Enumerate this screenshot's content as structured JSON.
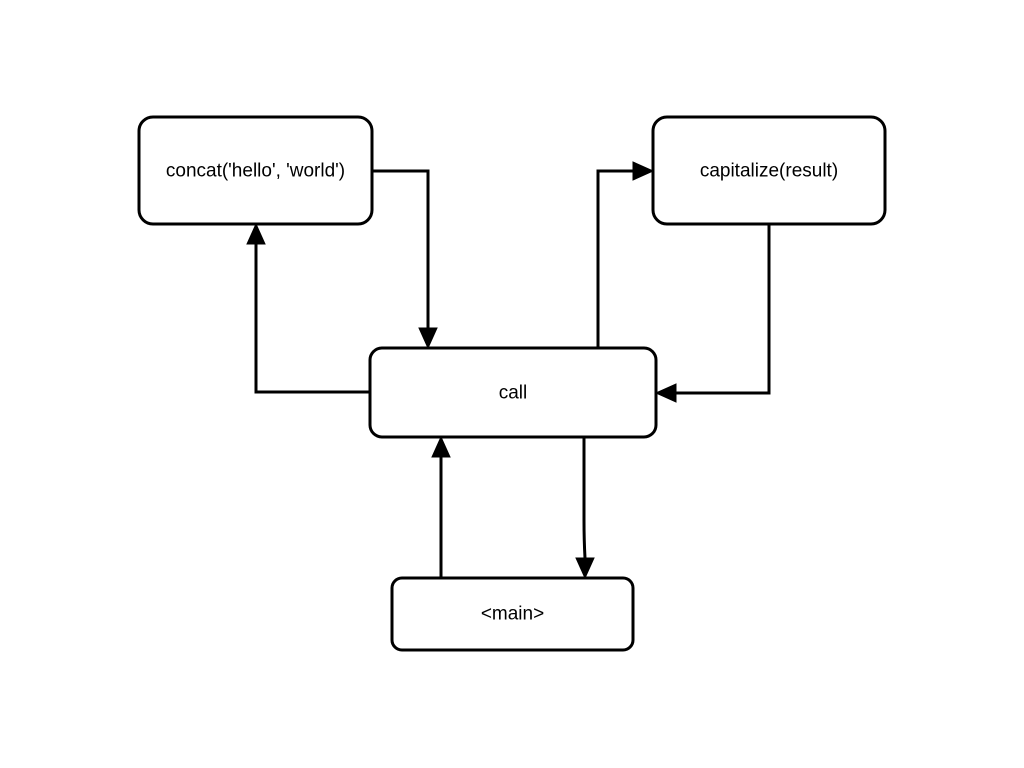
{
  "nodes": {
    "concat": {
      "label": "concat('hello', 'world')"
    },
    "capitalize": {
      "label": "capitalize(result)"
    },
    "call": {
      "label": "call"
    },
    "main": {
      "label": "<main>"
    }
  },
  "edges": [
    {
      "from": "call",
      "to": "concat"
    },
    {
      "from": "concat",
      "to": "call"
    },
    {
      "from": "call",
      "to": "capitalize"
    },
    {
      "from": "capitalize",
      "to": "call"
    },
    {
      "from": "main",
      "to": "call"
    },
    {
      "from": "call",
      "to": "main"
    }
  ],
  "colors": {
    "stroke": "#000000",
    "fill": "#ffffff",
    "background": "#ffffff"
  }
}
